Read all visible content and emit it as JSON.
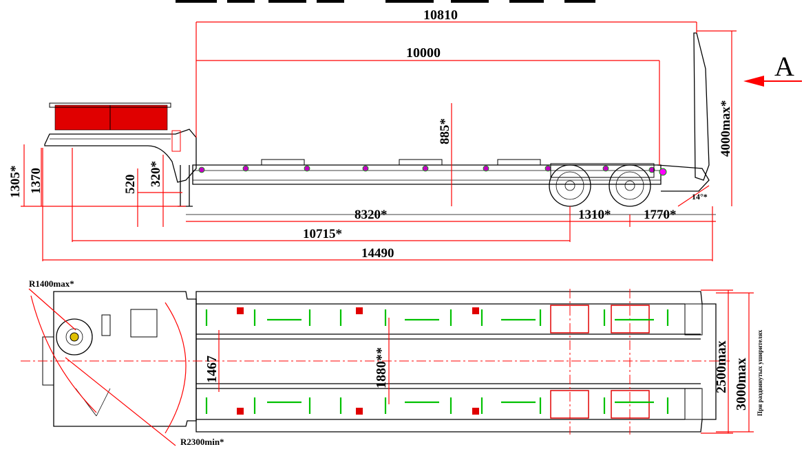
{
  "side_view": {
    "title_partial": "",
    "dims": {
      "overall_deck_top": "10810",
      "deck_length": "10000",
      "height_885": "885*",
      "height_4000": "4000max*",
      "left_1305": "1305*",
      "left_1370": "1370",
      "dim_520": "520",
      "dim_320": "320*",
      "low_deck_8320": "8320*",
      "axle_1310": "1310*",
      "rear_1770": "1770*",
      "angle_14": "14°*",
      "kingpin_10715": "10715*",
      "overall_14490": "14490"
    },
    "view_marker": "A"
  },
  "top_view": {
    "dims": {
      "radius_front": "R1400max*",
      "radius_turn": "R2300min*",
      "width_1467": "1467",
      "width_1880": "1880**",
      "width_2500": "2500max",
      "width_3000": "3000max",
      "side_note": "При раздвинутых уширителях"
    }
  },
  "colors": {
    "dimension": "#ff0000",
    "outline": "#000000",
    "fender": "#e00000",
    "marker": "#00c000"
  }
}
